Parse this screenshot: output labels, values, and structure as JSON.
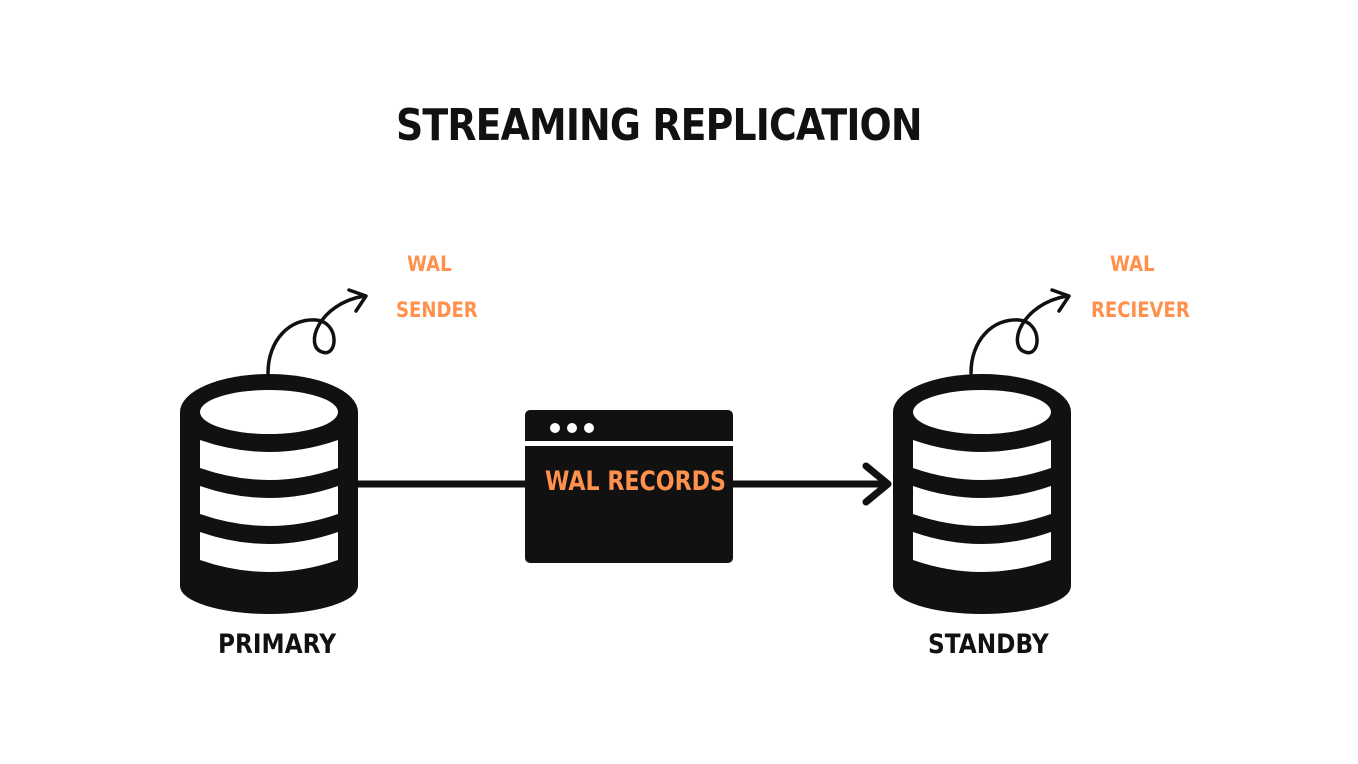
{
  "title": "STREAMING REPLICATION",
  "nodes": {
    "primary": {
      "label": "PRIMARY"
    },
    "standby": {
      "label": "STANDBY"
    }
  },
  "processes": {
    "sender": {
      "line1": "WAL",
      "line2": "SENDER"
    },
    "receiver": {
      "line1": "WAL",
      "line2": "RECIEVER"
    }
  },
  "transfer": {
    "label": "WAL RECORDS"
  },
  "colors": {
    "ink": "#111111",
    "accent": "#ff914d",
    "background": "#ffffff"
  },
  "icons": {
    "primary": "database-icon",
    "standby": "database-icon",
    "transfer": "browser-window-icon",
    "arrow": "arrow-right-icon"
  }
}
